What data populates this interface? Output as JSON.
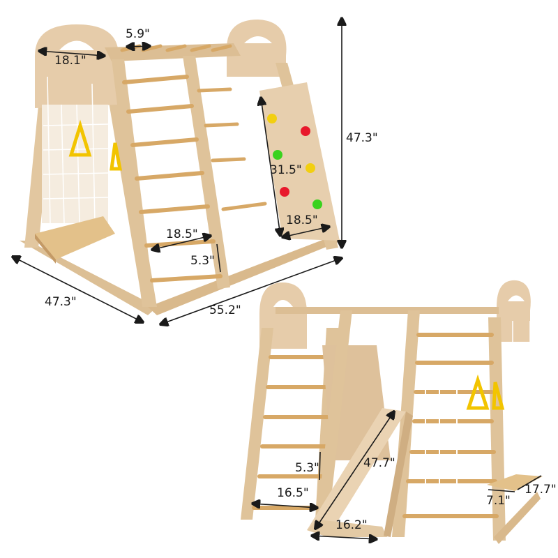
{
  "colors": {
    "wood_light": "#e9d3b3",
    "wood_mid": "#d9b98c",
    "wood_dark": "#c49a66",
    "rung": "#d7a866",
    "rope": "#ffffff",
    "ring_yellow": "#f2c400",
    "hold_red": "#e8192c",
    "hold_green": "#39d21e",
    "hold_yellow": "#f2cf10",
    "dimension_line": "#1a1a1a"
  },
  "product_views": [
    {
      "name": "front-view-climbing-wall",
      "dimensions": {
        "arch_width": "18.1\"",
        "top_rung_spacing": "5.9\"",
        "overall_height": "47.3\"",
        "climbing_wall_height": "31.5\"",
        "climbing_wall_width": "18.5\"",
        "ladder_width": "18.5\"",
        "ladder_rung_spacing": "5.3\"",
        "base_depth": "47.3\"",
        "base_length": "55.2\""
      }
    },
    {
      "name": "rear-view-slide",
      "dimensions": {
        "rung_spacing": "5.3\"",
        "slide_length": "47.7\"",
        "ladder_width": "16.5\"",
        "slide_width": "16.2\"",
        "swing_seat_width": "7.1\"",
        "swing_seat_length": "17.7\""
      }
    }
  ]
}
